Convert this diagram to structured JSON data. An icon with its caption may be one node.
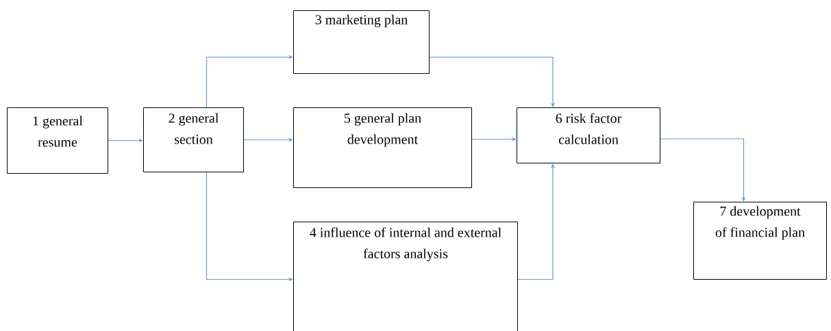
{
  "diagram": {
    "nodes": [
      {
        "text": [
          "1 general resume"
        ]
      },
      {
        "text": [
          "2 general section"
        ]
      },
      {
        "text": [
          "3 marketing plan"
        ]
      },
      {
        "text": [
          "4 influence of internal and external factors analysis"
        ]
      },
      {
        "text": [
          "5 general plan development"
        ]
      },
      {
        "text": [
          "6 risk factor calculation"
        ]
      },
      {
        "text": [
          "7 development of financial plan"
        ]
      }
    ],
    "edges": [
      {
        "from": 0,
        "to": 1,
        "arrow": "to"
      },
      {
        "from": 1,
        "to": 2,
        "arrow": "to"
      },
      {
        "from": 1,
        "to": 4,
        "arrow": "to"
      },
      {
        "from": 1,
        "to": 3,
        "arrow": "to"
      },
      {
        "from": 2,
        "to": 5,
        "arrow": "to"
      },
      {
        "from": 4,
        "to": 5,
        "arrow": "to"
      },
      {
        "from": 3,
        "to": 5,
        "arrow": "to"
      },
      {
        "from": 5,
        "to": 6,
        "arrow": "to"
      }
    ]
  }
}
